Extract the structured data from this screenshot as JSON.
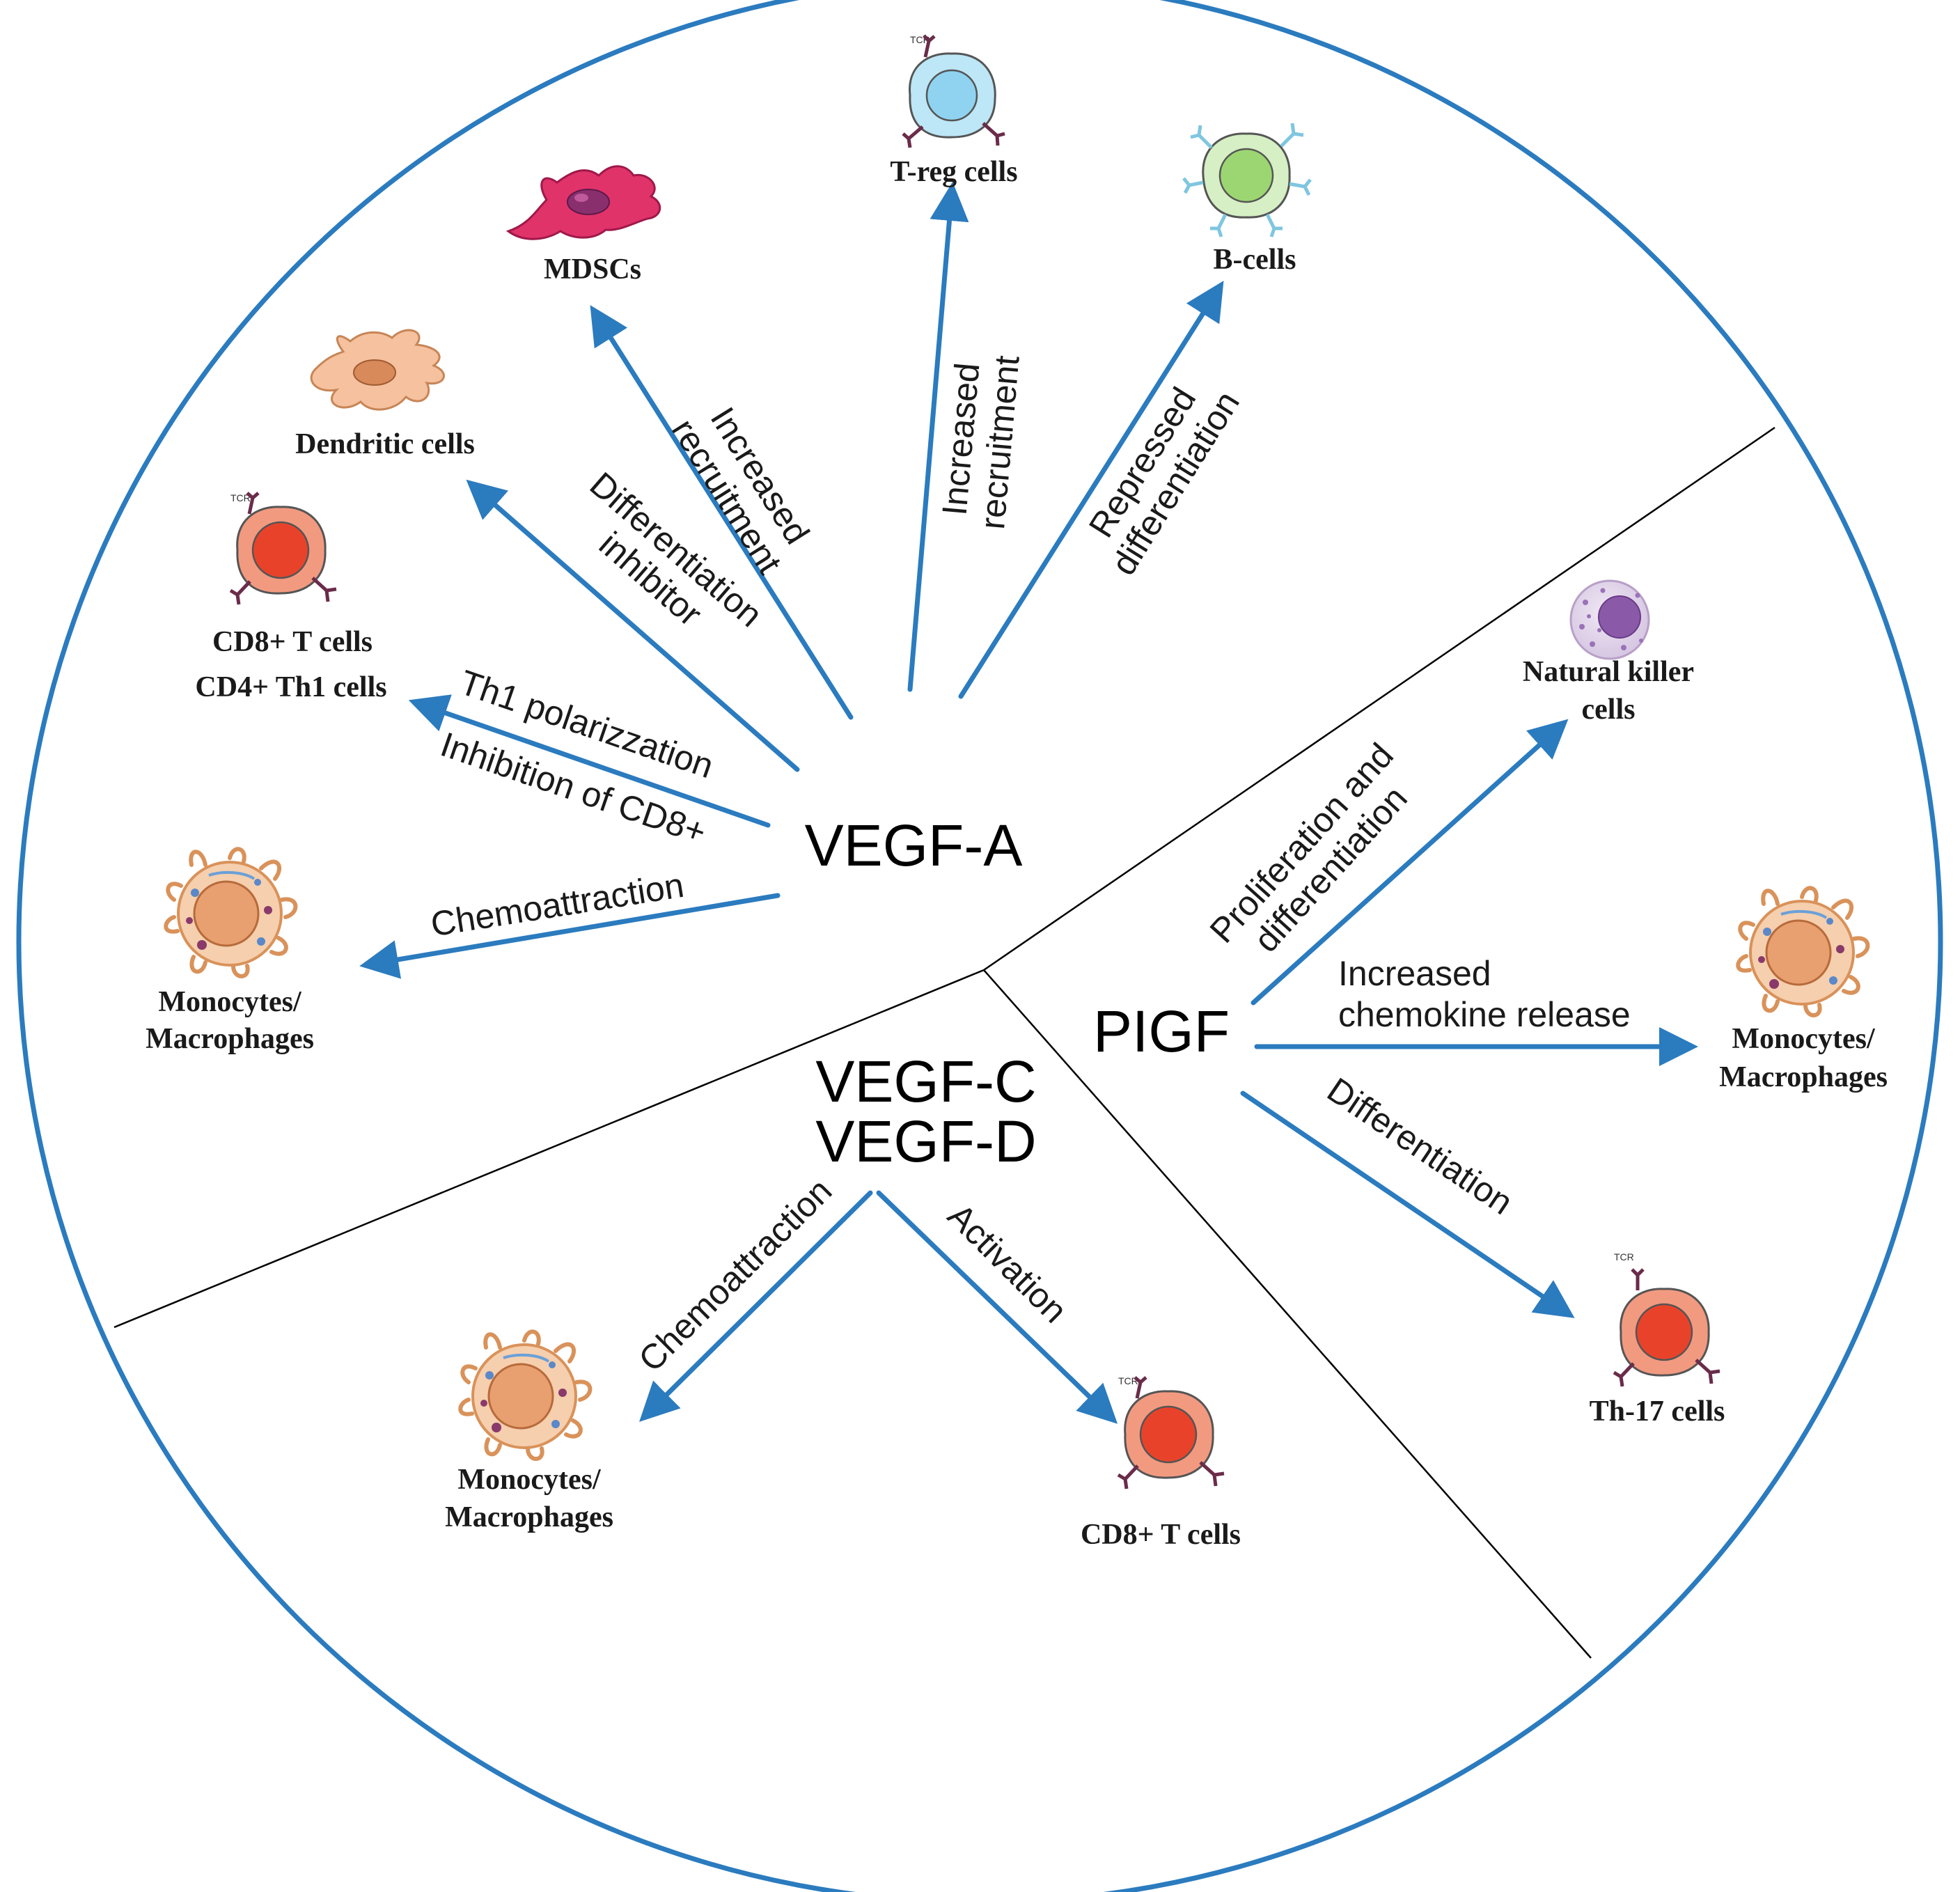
{
  "colors": {
    "circle": "#2b7bbf",
    "arrow": "#2b7bbf",
    "divider": "#000000",
    "treg": "#8fd3f0",
    "bcell": "#9cd672",
    "cd8": "#e8432a",
    "mdsc": "#e0336a",
    "dendritic": "#f2b48a",
    "nk": "#8a5aa8",
    "macrophage": "#e8a070"
  },
  "hubs": {
    "vegf_a": "VEGF-A",
    "vegf_c": "VEGF-C",
    "vegf_d": "VEGF-D",
    "pigf": "PIGF"
  },
  "tcr_label": "TCR",
  "cells": {
    "treg": "T-reg cells",
    "mdsc": "MDSCs",
    "bcells": "B-cells",
    "dendritic": "Dendritic cells",
    "cd8_cd4_line1": "CD8+ T cells",
    "cd8_cd4_line2": "CD4+ Th1 cells",
    "mono_a_line1": "Monocytes/",
    "mono_a_line2": "Macrophages",
    "nk_line1": "Natural killer",
    "nk_line2": "cells",
    "mono_p_line1": "Monocytes/",
    "mono_p_line2": "Macrophages",
    "th17": "Th-17 cells",
    "mono_c_line1": "Monocytes/",
    "mono_c_line2": "Macrophages",
    "cd8_c": "CD8+ T cells"
  },
  "edges": {
    "treg_line1": "Increased",
    "treg_line2": "recruitment",
    "mdsc_line1": "Increased",
    "mdsc_line2": "recruitment",
    "bcell_line1": "Repressed",
    "bcell_line2": "differentiation",
    "dendritic_line1": "Differentiation",
    "dendritic_line2": "inhibitor",
    "th1_line1": "Th1 polarizzation",
    "th1_line2": "Inhibition of CD8+",
    "chemo_a": "Chemoattraction",
    "nk_line1": "Proliferation and",
    "nk_line2": "differentiation",
    "pigf_mono_line1": "Increased",
    "pigf_mono_line2": "chemokine release",
    "th17": "Differentiation",
    "chemo_c": "Chemoattraction",
    "activation": "Activation"
  }
}
